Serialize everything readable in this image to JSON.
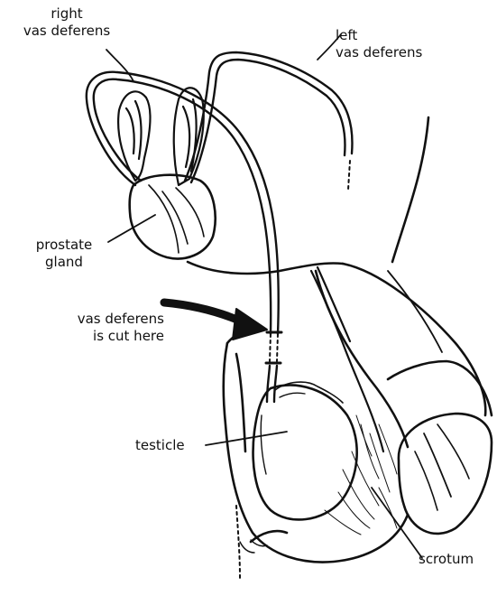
{
  "labels": {
    "right_vas_line1": "right",
    "right_vas_line2": "vas deferens",
    "left_vas_line1": "left",
    "left_vas_line2": "vas deferens",
    "prostate_line1": "prostate",
    "prostate_line2": "gland",
    "cut_line1": "vas deferens",
    "cut_line2": "is cut here",
    "testicle": "testicle",
    "scrotum": "scrotum"
  },
  "colors": {
    "ink": "#111111",
    "background": "#ffffff"
  }
}
